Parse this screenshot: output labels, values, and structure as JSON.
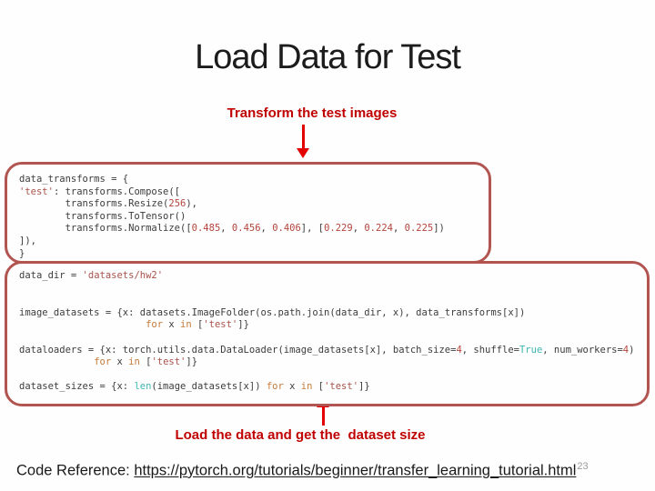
{
  "slide": {
    "title": "Load Data for Test",
    "label_top": "Transform the test images",
    "label_bottom": "Load the data and get the  dataset size",
    "footer": {
      "prefix": "Code Reference: ",
      "url": "https://pytorch.org/tutorials/beginner/transfer_learning_tutorial.html",
      "page_number": "23"
    },
    "colors": {
      "label_red": "#c00000",
      "arrow_red": "#e30000",
      "box_border": "#b25551",
      "code_default": "#3c3c3c",
      "code_string": "#a9524a",
      "code_number": "#b5443c",
      "code_keyword": "#c57b39",
      "code_builtin": "#3fb3b3"
    }
  },
  "code_blocks": [
    {
      "name": "transforms-code-block",
      "lines": [
        [
          {
            "t": "data_transforms = {",
            "c": "d"
          }
        ],
        [
          {
            "t": "'test'",
            "c": "s"
          },
          {
            "t": ": transforms.Compose([",
            "c": "d"
          }
        ],
        [
          {
            "t": "        transforms.Resize(",
            "c": "d"
          },
          {
            "t": "256",
            "c": "n"
          },
          {
            "t": "),",
            "c": "d"
          }
        ],
        [
          {
            "t": "        transforms.ToTensor()",
            "c": "d"
          }
        ],
        [
          {
            "t": "        transforms.Normalize([",
            "c": "d"
          },
          {
            "t": "0.485",
            "c": "n"
          },
          {
            "t": ", ",
            "c": "d"
          },
          {
            "t": "0.456",
            "c": "n"
          },
          {
            "t": ", ",
            "c": "d"
          },
          {
            "t": "0.406",
            "c": "n"
          },
          {
            "t": "], [",
            "c": "d"
          },
          {
            "t": "0.229",
            "c": "n"
          },
          {
            "t": ", ",
            "c": "d"
          },
          {
            "t": "0.224",
            "c": "n"
          },
          {
            "t": ", ",
            "c": "d"
          },
          {
            "t": "0.225",
            "c": "n"
          },
          {
            "t": "])",
            "c": "d"
          }
        ],
        [
          {
            "t": "]),",
            "c": "d"
          }
        ],
        [
          {
            "t": "}",
            "c": "d"
          }
        ]
      ]
    },
    {
      "name": "load-data-code-block",
      "lines": [
        [
          {
            "t": "data_dir = ",
            "c": "d"
          },
          {
            "t": "'datasets/hw2'",
            "c": "s"
          }
        ],
        [],
        [],
        [
          {
            "t": "image_datasets = {x: datasets.ImageFolder(os.path.join(data_dir, x), data_transforms[x])",
            "c": "d"
          }
        ],
        [
          {
            "t": "                      ",
            "c": "d"
          },
          {
            "t": "for",
            "c": "k"
          },
          {
            "t": " x ",
            "c": "d"
          },
          {
            "t": "in",
            "c": "k"
          },
          {
            "t": " [",
            "c": "d"
          },
          {
            "t": "'test'",
            "c": "s"
          },
          {
            "t": "]}",
            "c": "d"
          }
        ],
        [],
        [
          {
            "t": "dataloaders = {x: torch.utils.data.DataLoader(image_datasets[x], batch_size=",
            "c": "d"
          },
          {
            "t": "4",
            "c": "n"
          },
          {
            "t": ", shuffle=",
            "c": "d"
          },
          {
            "t": "True",
            "c": "b"
          },
          {
            "t": ", num_workers=",
            "c": "d"
          },
          {
            "t": "4",
            "c": "n"
          },
          {
            "t": ")",
            "c": "d"
          }
        ],
        [
          {
            "t": "             ",
            "c": "d"
          },
          {
            "t": "for",
            "c": "k"
          },
          {
            "t": " x ",
            "c": "d"
          },
          {
            "t": "in",
            "c": "k"
          },
          {
            "t": " [",
            "c": "d"
          },
          {
            "t": "'test'",
            "c": "s"
          },
          {
            "t": "]}",
            "c": "d"
          }
        ],
        [],
        [
          {
            "t": "dataset_sizes = {x: ",
            "c": "d"
          },
          {
            "t": "len",
            "c": "b"
          },
          {
            "t": "(image_datasets[x]) ",
            "c": "d"
          },
          {
            "t": "for",
            "c": "k"
          },
          {
            "t": " x ",
            "c": "d"
          },
          {
            "t": "in",
            "c": "k"
          },
          {
            "t": " [",
            "c": "d"
          },
          {
            "t": "'test'",
            "c": "s"
          },
          {
            "t": "]}",
            "c": "d"
          }
        ]
      ]
    }
  ]
}
